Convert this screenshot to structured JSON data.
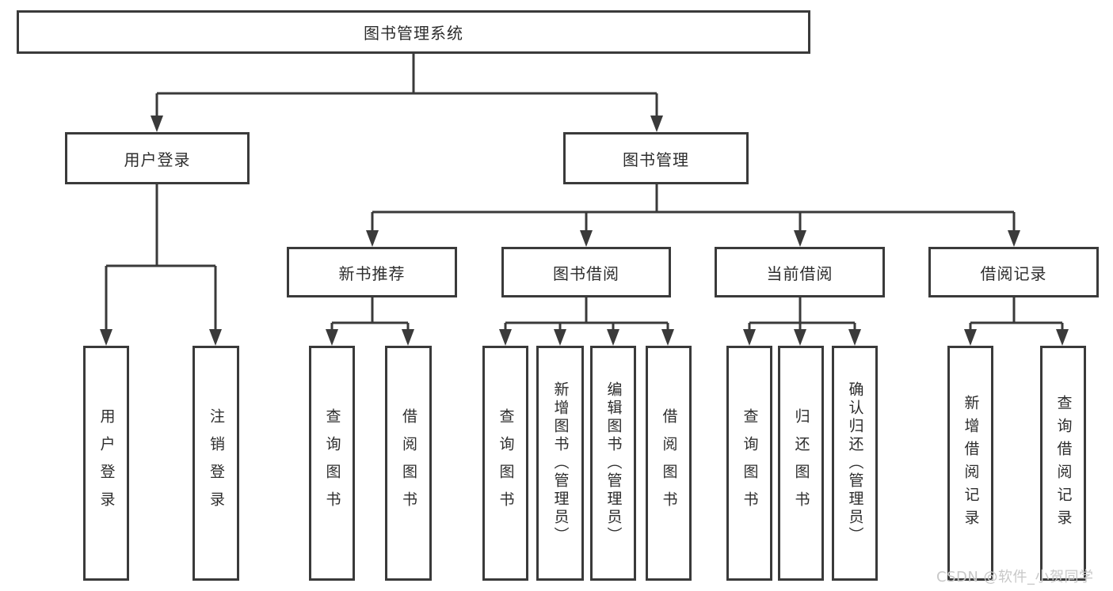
{
  "diagram_title": "图书管理系统",
  "colors": {
    "line": "#3a3a3a",
    "box_border": "#3a3a3a",
    "text": "#2d2d2d",
    "background": "#ffffff",
    "watermark": "#c8c8c8"
  },
  "nodes": {
    "root": "图书管理系统",
    "user_login": "用户登录",
    "book_mgmt": "图书管理",
    "new_book_rec": "新书推荐",
    "book_borrow": "图书借阅",
    "current_borrow": "当前借阅",
    "borrow_records": "借阅记录",
    "user_login_leaf": "用户登录",
    "logout_leaf": "注销登录",
    "rec_query_book": "查询图书",
    "rec_borrow_book": "借阅图书",
    "bb_query_book": "查询图书",
    "bb_add_book": "新增图书（管理员）",
    "bb_edit_book": "编辑图书（管理员）",
    "bb_borrow_book": "借阅图书",
    "cb_query_book": "查询图书",
    "cb_return_book": "归还图书",
    "cb_confirm_return": "确认归还（管理员）",
    "br_add_record": "新增借阅记录",
    "br_query_record": "查询借阅记录"
  },
  "tree": {
    "root": "图书管理系统",
    "children": [
      {
        "label": "用户登录",
        "children": [
          "用户登录",
          "注销登录"
        ]
      },
      {
        "label": "图书管理",
        "children": [
          {
            "label": "新书推荐",
            "children": [
              "查询图书",
              "借阅图书"
            ]
          },
          {
            "label": "图书借阅",
            "children": [
              "查询图书",
              "新增图书（管理员）",
              "编辑图书（管理员）",
              "借阅图书"
            ]
          },
          {
            "label": "当前借阅",
            "children": [
              "查询图书",
              "归还图书",
              "确认归还（管理员）"
            ]
          },
          {
            "label": "借阅记录",
            "children": [
              "新增借阅记录",
              "查询借阅记录"
            ]
          }
        ]
      }
    ]
  },
  "watermark": "CSDN @软件_小贺同学"
}
